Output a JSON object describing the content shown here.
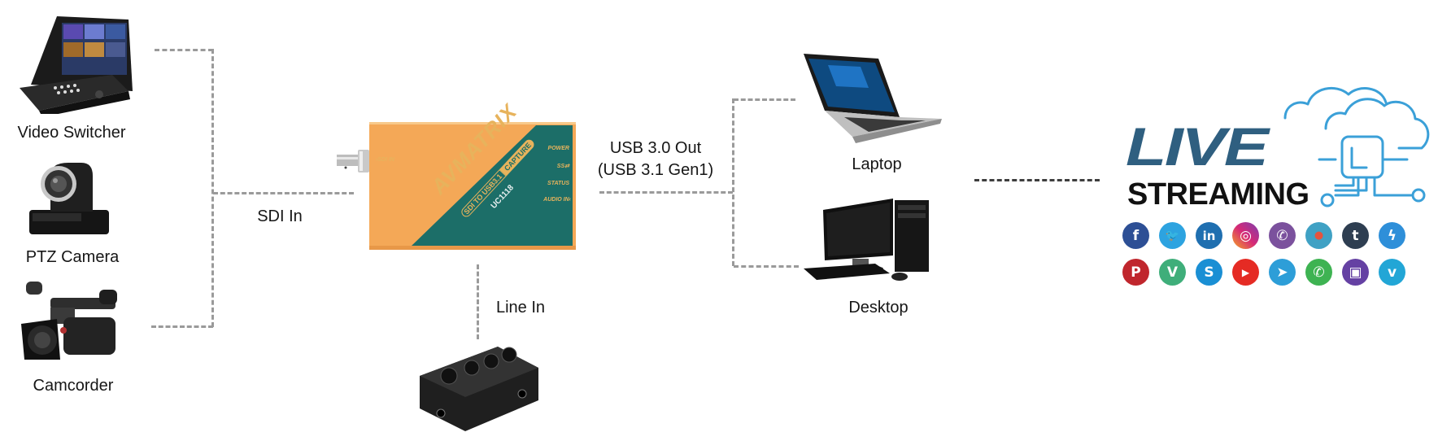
{
  "sources": [
    {
      "id": "video-switcher",
      "label": "Video Switcher"
    },
    {
      "id": "ptz-camera",
      "label": "PTZ Camera"
    },
    {
      "id": "camcorder",
      "label": "Camcorder"
    }
  ],
  "connections": {
    "sdi_in": "SDI In",
    "line_in": "Line In",
    "usb_out_line1": "USB 3.0 Out",
    "usb_out_line2": "(USB 3.1 Gen1)"
  },
  "device": {
    "brand": "AVMATRIX",
    "product": "SDI TO USB3.1",
    "product_tag": "CAPTURE",
    "model": "UC1118",
    "port_sdi": "SDI IN",
    "indicators": [
      "POWER",
      "SS",
      "STATUS",
      "AUDIO IN"
    ],
    "colors": {
      "orange": "#F4A857",
      "teal": "#1C6E68",
      "accent": "#E7B35C"
    }
  },
  "targets": [
    {
      "id": "laptop",
      "label": "Laptop"
    },
    {
      "id": "desktop",
      "label": "Desktop"
    }
  ],
  "streaming": {
    "title_top": "LIVE",
    "title_bottom": "STREAMING",
    "colors": {
      "live": "#2F5F80",
      "cloud": "#3BA0D8"
    },
    "platforms_row1": [
      {
        "name": "facebook",
        "glyph": "f",
        "color": "#2D4F95"
      },
      {
        "name": "twitter",
        "glyph": "🐦",
        "color": "#2DA3E0"
      },
      {
        "name": "linkedin",
        "glyph": "in",
        "color": "#1F6FB0"
      },
      {
        "name": "instagram",
        "glyph": "◎",
        "color": "#C13584"
      },
      {
        "name": "viber",
        "glyph": "✆",
        "color": "#7B519D"
      },
      {
        "name": "periscope",
        "glyph": "●",
        "color": "#3FA1C4"
      },
      {
        "name": "tumblr",
        "glyph": "t",
        "color": "#2E3E51"
      },
      {
        "name": "messenger",
        "glyph": "ϟ",
        "color": "#2E8FD9"
      }
    ],
    "platforms_row2": [
      {
        "name": "pinterest",
        "glyph": "P",
        "color": "#C0262D"
      },
      {
        "name": "vine",
        "glyph": "V",
        "color": "#3FAE7A"
      },
      {
        "name": "skype",
        "glyph": "S",
        "color": "#1A8FD4"
      },
      {
        "name": "youtube",
        "glyph": "▶",
        "color": "#E52B24"
      },
      {
        "name": "telegram",
        "glyph": "➤",
        "color": "#2D9ED8"
      },
      {
        "name": "whatsapp",
        "glyph": "✆",
        "color": "#3EB352"
      },
      {
        "name": "twitch",
        "glyph": "▣",
        "color": "#6541A3"
      },
      {
        "name": "vimeo",
        "glyph": "v",
        "color": "#22A6D6"
      }
    ]
  }
}
